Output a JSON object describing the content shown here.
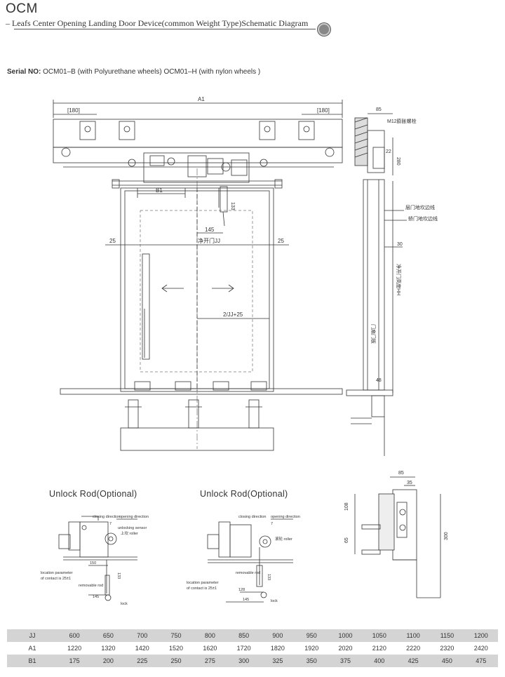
{
  "header": {
    "title": "OCM",
    "subtitle": "– Leafs Center Opening Landing Door Device(common Weight Type)Schematic Diagram"
  },
  "serial": {
    "label": "Serial NO:",
    "text": " OCM01–B (with Polyurethane wheels)  OCM01–H (with nylon wheels )"
  },
  "main_drawing": {
    "dim_a1": "A1",
    "dim_180_left": "[180]",
    "dim_180_right": "[180]",
    "dim_b1": "B1",
    "dim_133": "133",
    "dim_145": "145",
    "dim_jj": "净开门JJ",
    "dim_25_left": "25",
    "dim_25_right": "25",
    "dim_half": "2/JJ+25"
  },
  "side_drawing": {
    "dim_85": "85",
    "bolt_label": "M12膨胀螺栓",
    "dim_22": "22",
    "dim_280": "280",
    "label_floor_line": "层门地坎边线",
    "label_car_line": "轿门地坎边线",
    "dim_30": "30",
    "dim_hh": "净开门高度HH",
    "label_door_panel": "门扇门板",
    "dim_48": "48"
  },
  "unlock_rods": [
    {
      "title": "Unlock Rod(Optional)",
      "closing": "closing direction",
      "opening": "opening direction",
      "dim_7": "7",
      "label_sensor": "unlocking sensor",
      "label_roller": "上坎 roller",
      "dim_150": "150",
      "label_location": "location parameter",
      "label_contact": "of contact is 25±1",
      "label_rod": "removable rod",
      "dim_133": "133",
      "dim_145": "145",
      "label_lock": "lock"
    },
    {
      "title": "Unlock Rod(Optional)",
      "closing": "closing direction",
      "opening": "opening direction",
      "dim_7": "7",
      "label_roller": "滚轮 roller",
      "label_rod": "removable rod",
      "label_location": "location parameter",
      "label_contact": "of contact is 25±1",
      "dim_128": "128",
      "dim_145": "145",
      "dim_133": "133",
      "label_lock": "lock"
    }
  ],
  "detail_drawing": {
    "dim_85": "85",
    "dim_35": "35",
    "dim_108": "108",
    "dim_65": "65",
    "dim_300": "300"
  },
  "spec_table": {
    "rows": [
      {
        "label": "JJ",
        "values": [
          "600",
          "650",
          "700",
          "750",
          "800",
          "850",
          "900",
          "950",
          "1000",
          "1050",
          "1100",
          "1150",
          "1200"
        ]
      },
      {
        "label": "A1",
        "values": [
          "1220",
          "1320",
          "1420",
          "1520",
          "1620",
          "1720",
          "1820",
          "1920",
          "2020",
          "2120",
          "2220",
          "2320",
          "2420"
        ]
      },
      {
        "label": "B1",
        "values": [
          "175",
          "200",
          "225",
          "250",
          "275",
          "300",
          "325",
          "350",
          "375",
          "400",
          "425",
          "450",
          "475"
        ]
      }
    ]
  }
}
